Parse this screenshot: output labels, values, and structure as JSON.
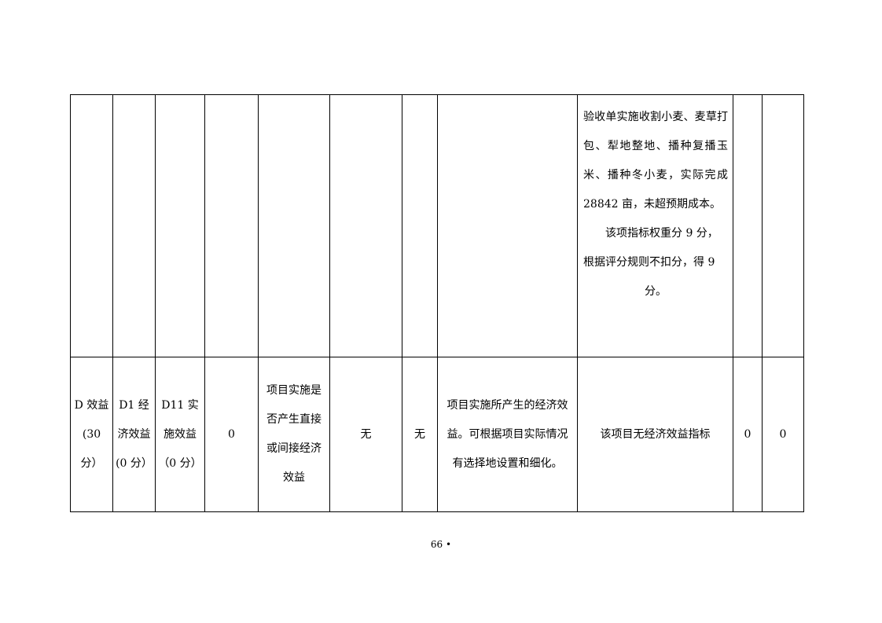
{
  "table": {
    "continuation_row": {
      "detail_lines_para1": "验收单实施收割小麦、麦草打包、犁地整地、播种复播玉米、播种冬小麦，实际完成 28842 亩，未超预期成本。",
      "detail_line_score_a": "该项指标权重分 9 分，",
      "detail_line_score_b": "根据评分规则不扣分，得 9",
      "detail_line_score_c": "分。"
    },
    "benefit_row": {
      "level1": "D 效益 (30 分）",
      "level2": "D1 经济效益(0 分）",
      "level3": "D11 实施效益（0 分）",
      "weight": "0",
      "indicator": "项目实施是否产生直接或间接经济效益",
      "target": "无",
      "actual": "无",
      "explanation": "项目实施所产生的经济效益。可根据项目实际情况有选择地设置和细化。",
      "analysis": "该项目无经济效益指标",
      "score_a": "0",
      "score_b": "0"
    }
  },
  "footer": {
    "page_number": "66 •"
  }
}
